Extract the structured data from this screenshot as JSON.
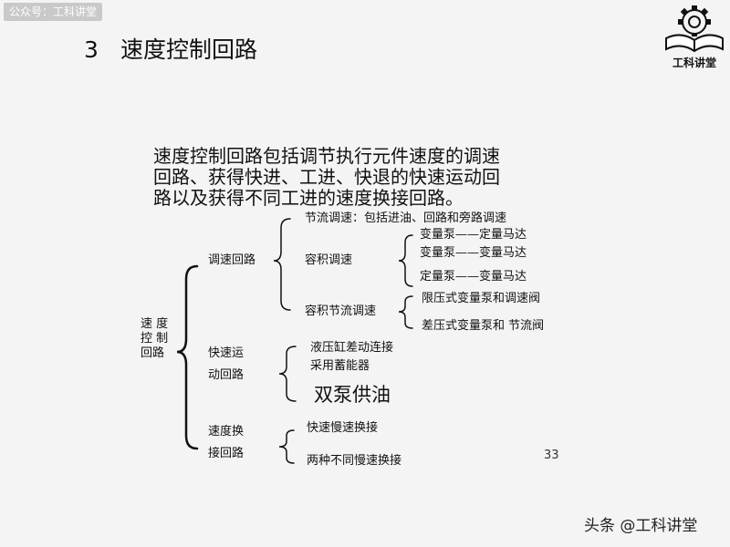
{
  "watermark_top": "公众号：工科讲堂",
  "slide": {
    "number": "3",
    "title": "速度控制回路"
  },
  "logo": {
    "text": "工科讲堂"
  },
  "intro": [
    "速度控制回路包括调节执行元件速度的调速",
    "回路、获得快进、工进、快退的快速运动回",
    "路以及获得不同工进的速度换接回路。"
  ],
  "tree": {
    "root": [
      "速 度",
      "控 制",
      "回路"
    ],
    "speed_reg": {
      "label": "调速回路",
      "throttle": "节流调速：包括进油、回路和旁路调速",
      "volume": {
        "label": "容积调速",
        "items": [
          "变量泵——定量马达",
          "变量泵——变量马达",
          "定量泵——变量马达"
        ]
      },
      "volume_throttle": {
        "label": "容积节流调速",
        "items": [
          "限压式变量泵和调速阀",
          "差压式变量泵和 节流阀"
        ]
      }
    },
    "fast_motion": {
      "label": [
        "快速运",
        "动回路"
      ],
      "items": [
        "液压缸差动连接",
        "采用蓄能器",
        "双泵供油"
      ]
    },
    "speed_switch": {
      "label": [
        "速度换",
        "接回路"
      ],
      "items": [
        "快速慢速换接",
        "两种不同慢速换接"
      ]
    }
  },
  "page_number": "33",
  "watermark_bottom": "头条 @工科讲堂"
}
